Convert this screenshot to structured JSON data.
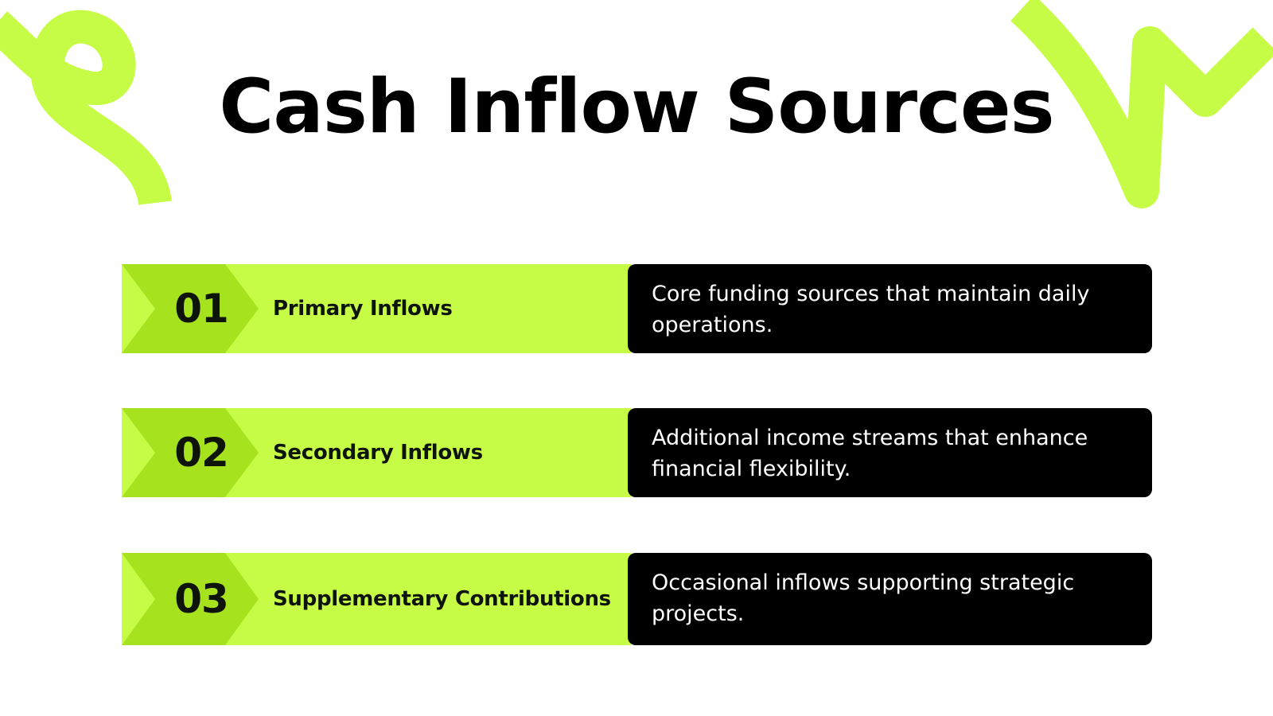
{
  "title": "Cash Inflow Sources",
  "colors": {
    "accent": "#c6fc45",
    "accent_dark": "#a6e31e",
    "panel": "#000000",
    "text_dark": "#000000",
    "text_light": "#ffffff"
  },
  "items": [
    {
      "number": "01",
      "label": "Primary Inflows",
      "description": "Core funding sources that maintain daily operations."
    },
    {
      "number": "02",
      "label": "Secondary Inflows",
      "description": "Additional income streams that enhance financial flexibility."
    },
    {
      "number": "03",
      "label": "Supplementary Contributions",
      "description": "Occasional inflows supporting strategic projects."
    }
  ]
}
